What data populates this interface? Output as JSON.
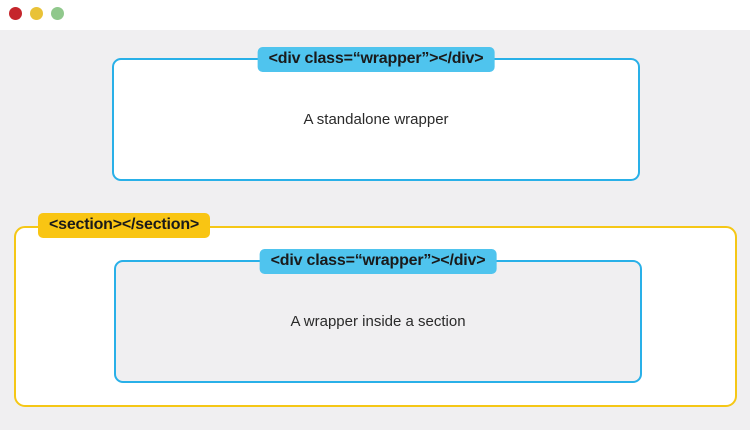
{
  "window": {
    "traffic_lights": [
      {
        "name": "close",
        "color": "#c5262c"
      },
      {
        "name": "minimize",
        "color": "#e9c237"
      },
      {
        "name": "maximize",
        "color": "#90c88c"
      }
    ]
  },
  "diagram": {
    "standalone_wrapper": {
      "tag_label": "<div class=“wrapper”></div>",
      "body_text": "A standalone wrapper"
    },
    "section": {
      "tag_label": "<section></section>",
      "inner_wrapper": {
        "tag_label": "<div class=“wrapper”></div>",
        "body_text": "A wrapper inside a section"
      }
    },
    "colors": {
      "cyan_border": "#29b0e8",
      "cyan_label_bg": "#4fc4ee",
      "yellow_border": "#f5c716",
      "yellow_label_bg": "#f9c513",
      "canvas_bg": "#f0eff1",
      "text": "#2a2a2a"
    }
  }
}
